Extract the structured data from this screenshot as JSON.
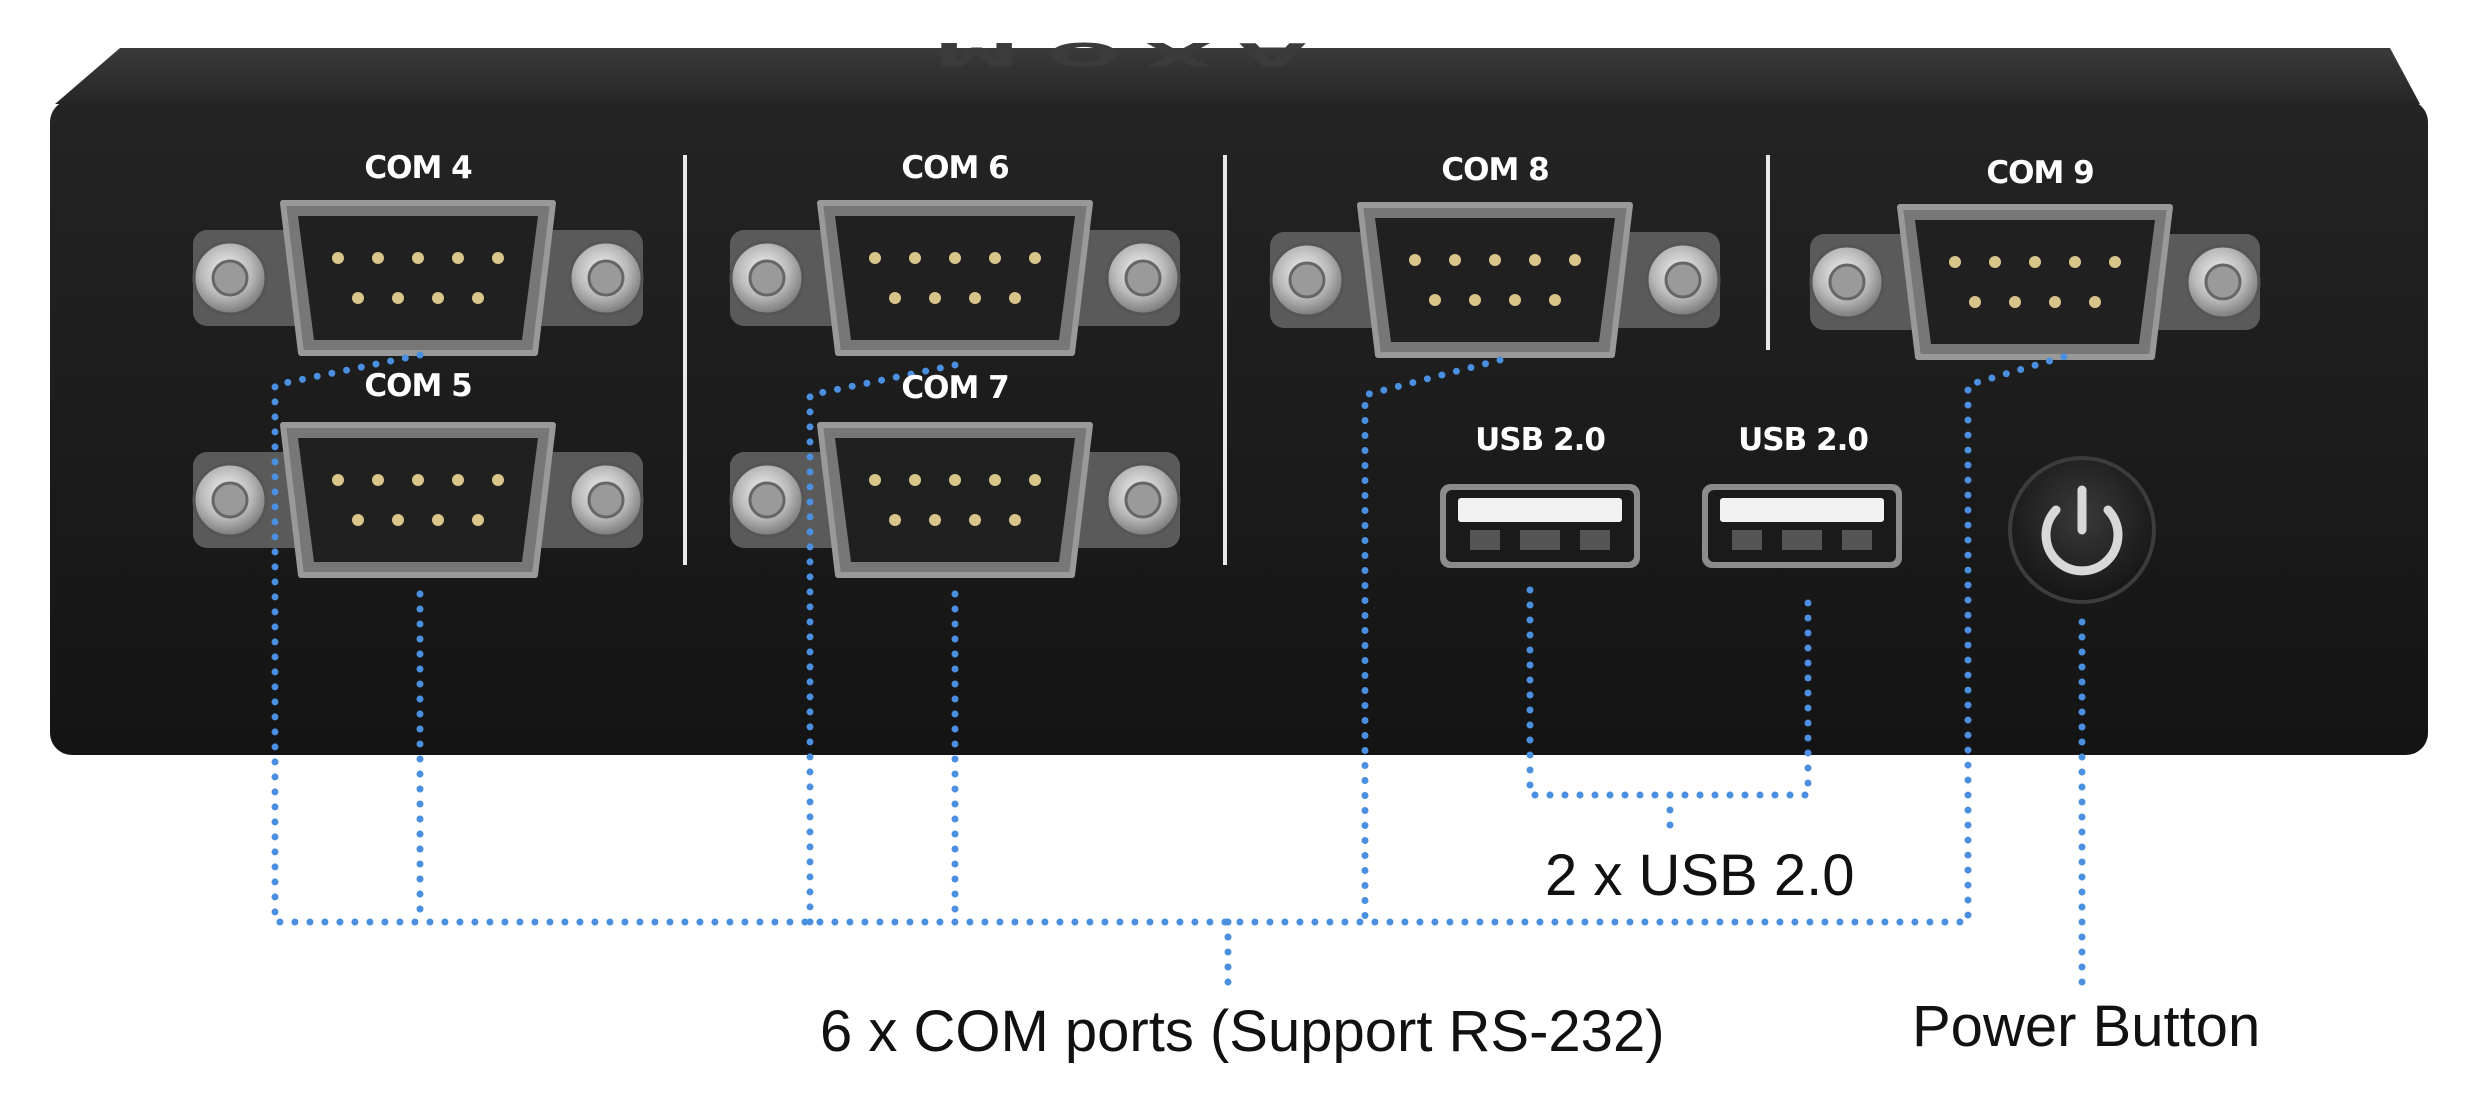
{
  "device": {
    "logo_text": "MOXA",
    "com_ports": [
      {
        "label": "COM 4"
      },
      {
        "label": "COM 5"
      },
      {
        "label": "COM 6"
      },
      {
        "label": "COM 7"
      },
      {
        "label": "COM 8"
      },
      {
        "label": "COM 9"
      }
    ],
    "usb_ports": [
      {
        "label": "USB 2.0"
      },
      {
        "label": "USB 2.0"
      }
    ],
    "power_button": {
      "icon": "power-icon"
    }
  },
  "callouts": {
    "com": "6 x COM ports (Support RS-232)",
    "usb": "2 x USB 2.0",
    "power": "Power Button"
  },
  "colors": {
    "chassis": "#1c1c1c",
    "leader_line": "#4a8fe0",
    "label_text": "#ffffff",
    "caption_text": "#111111"
  }
}
